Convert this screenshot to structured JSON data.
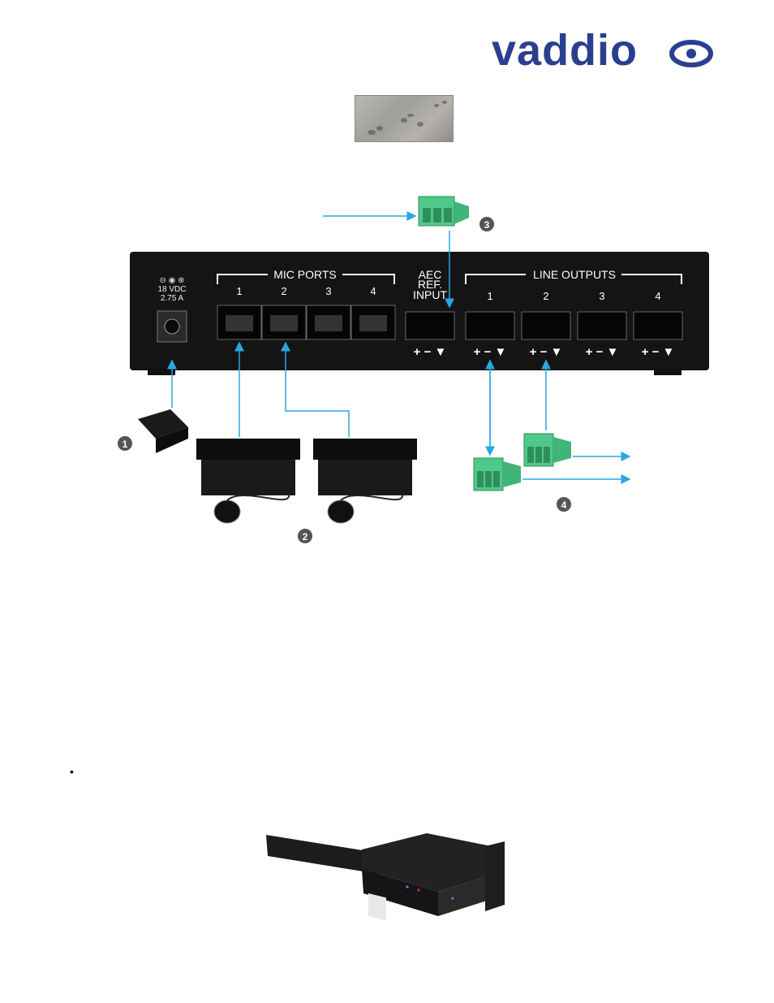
{
  "logo": {
    "text": "vaddio",
    "color": "#2b3f8f"
  },
  "panel": {
    "power_label_line1": "18 VDC",
    "power_label_line2": "2.75 A",
    "mic_ports_title": "MIC PORTS",
    "mic_port_numbers": [
      "1",
      "2",
      "3",
      "4"
    ],
    "aec_line1": "AEC",
    "aec_line2": "REF.",
    "aec_line3": "INPUT",
    "line_outputs_title": "LINE OUTPUTS",
    "line_output_numbers": [
      "1",
      "2",
      "3",
      "4"
    ],
    "polarity": "+ − ▼"
  },
  "callouts": [
    "1",
    "2",
    "3",
    "4"
  ],
  "bullet": "•",
  "colors": {
    "arrow": "#2aa6e0",
    "connector": "#4fc98a",
    "device": "#111111",
    "callout": "#555555"
  }
}
